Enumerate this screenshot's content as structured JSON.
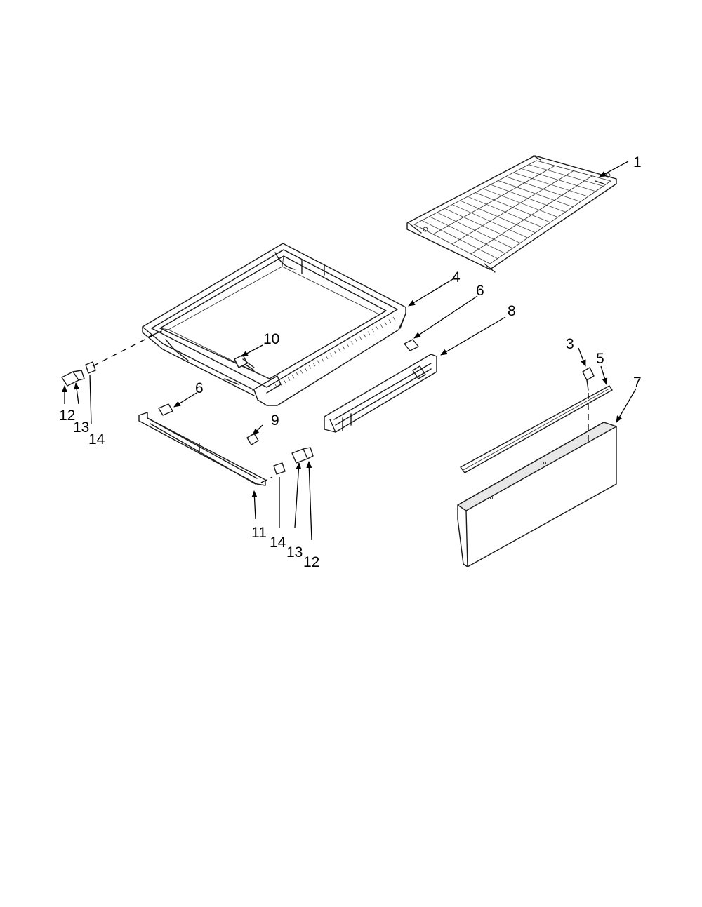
{
  "labels": {
    "part_1": "1",
    "part_3": "3",
    "part_4": "4",
    "part_5": "5",
    "part_6_top": "6",
    "part_6_left": "6",
    "part_7": "7",
    "part_8": "8",
    "part_9": "9",
    "part_10": "10",
    "part_11": "11",
    "part_12_left": "12",
    "part_13_left": "13",
    "part_14_left": "14",
    "part_14_right": "14",
    "part_13_right": "13",
    "part_12_right": "12"
  },
  "colors": {
    "line": "#1a1a1a",
    "background": "#ffffff"
  }
}
